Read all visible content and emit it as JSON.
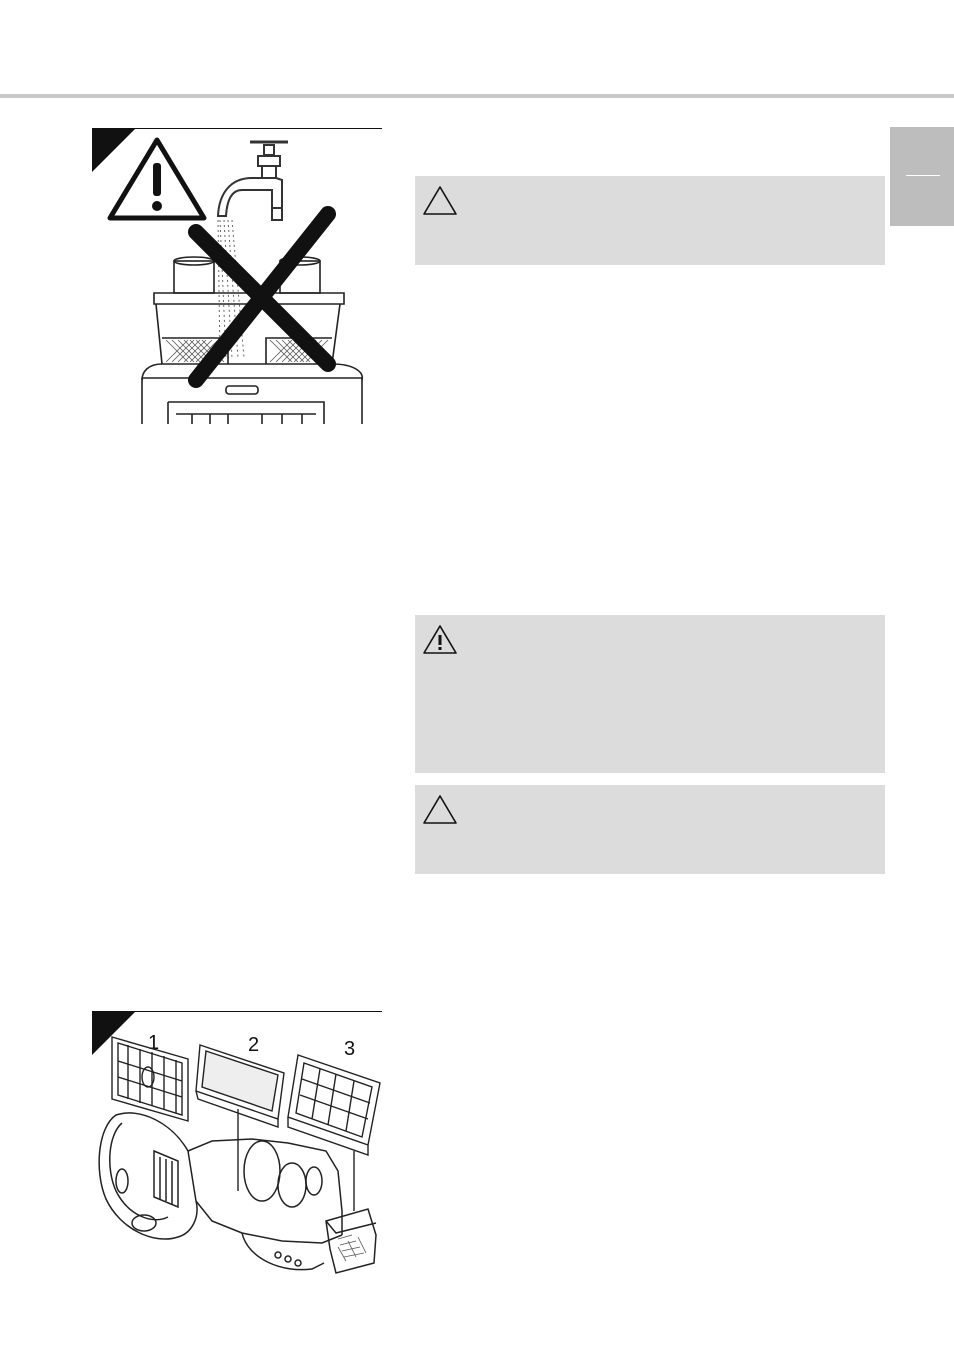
{
  "figure1": {
    "icons": [
      "warning-triangle-icon",
      "water-tap-icon",
      "cross-out-icon",
      "filter-housing-icon"
    ]
  },
  "figure2": {
    "labels": [
      "1",
      "2",
      "3"
    ],
    "icons": [
      "motor-filter-icon",
      "foam-filter-icon",
      "exhaust-filter-icon",
      "vacuum-cleaner-icon"
    ]
  },
  "warnings": [
    {
      "icon": "warning-triangle-icon",
      "exclamation": false
    },
    {
      "icon": "warning-triangle-icon",
      "exclamation": true
    },
    {
      "icon": "warning-triangle-icon",
      "exclamation": false
    }
  ],
  "colors": {
    "warning_box": "#dcdcdc",
    "side_tab": "#bdbdbd",
    "header_rule": "#c8c8c8"
  }
}
